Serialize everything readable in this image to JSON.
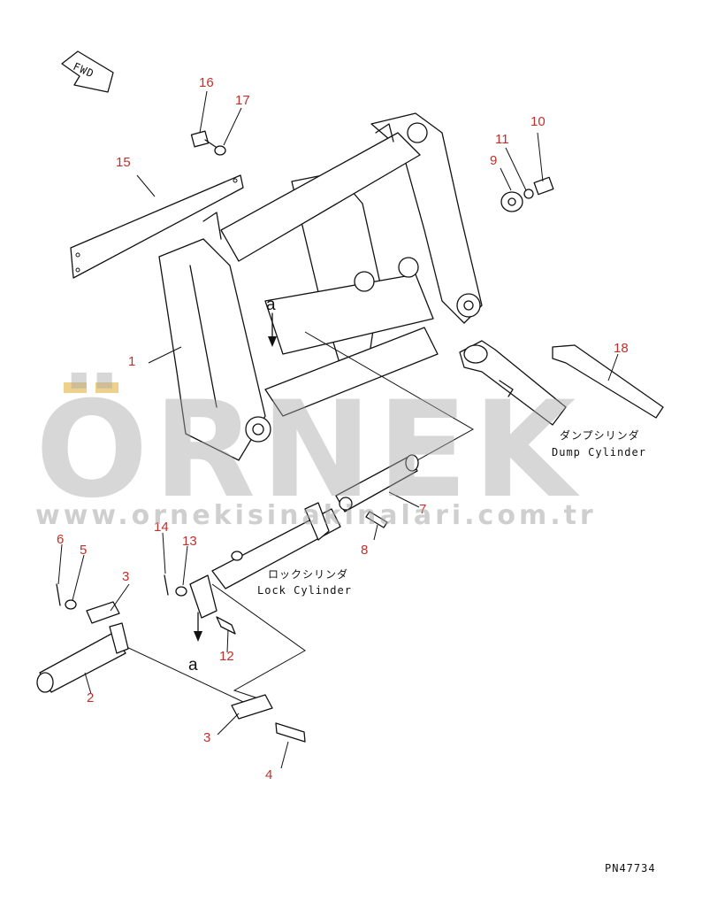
{
  "diagram": {
    "direction_marker": "FWD",
    "view_marker_top": "a",
    "view_marker_bottom": "a",
    "callouts": [
      "1",
      "2",
      "3",
      "3",
      "4",
      "5",
      "6",
      "7",
      "8",
      "9",
      "10",
      "11",
      "12",
      "13",
      "14",
      "15",
      "16",
      "17",
      "18"
    ],
    "captions": {
      "dump_cylinder_jp": "ダンプシリンダ",
      "dump_cylinder_en": "Dump Cylinder",
      "lock_cylinder_jp": "ロックシリンダ",
      "lock_cylinder_en": "Lock Cylinder"
    },
    "drawing_number": "PN47734"
  },
  "watermark": {
    "brand": "ÖRNEK",
    "url": "www.ornekisinakinalari.com.tr",
    "color": "#a8a8a8",
    "accent": "#e3b33c"
  },
  "colors": {
    "callout": "#c0302a",
    "line": "#111111"
  }
}
